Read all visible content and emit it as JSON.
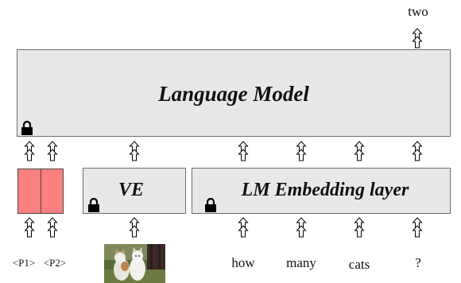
{
  "language_model": {
    "label": "Language Model",
    "locked": true
  },
  "vision_encoder": {
    "label": "VE",
    "locked": true
  },
  "embedding_layer": {
    "label": "LM Embedding layer",
    "locked": true
  },
  "output_token": "two",
  "prompt_tokens": [
    "<P1>",
    "<P2>"
  ],
  "text_tokens": [
    "how",
    "many",
    "cats",
    "?"
  ],
  "image_input": {
    "description": "photo of two cats on grass"
  },
  "colors": {
    "model_fill": "#e8e8e8",
    "prompt_fill": "#fb8080",
    "border": "#6e6e6e"
  },
  "icons": [
    "lock-icon",
    "arrow-up-icon"
  ]
}
